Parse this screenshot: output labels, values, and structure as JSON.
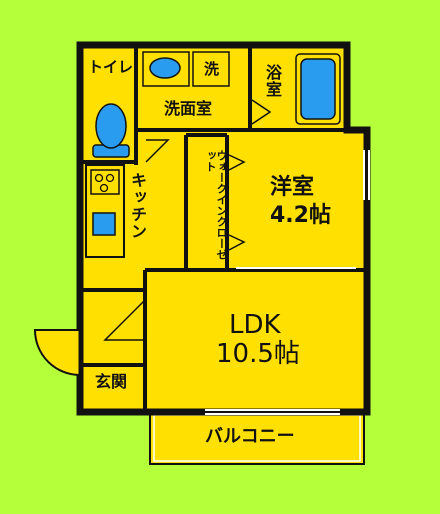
{
  "rooms": {
    "toilet": "トイレ",
    "washroom": "洗面室",
    "washer": "洗",
    "bath": "浴室",
    "kitchen": "キッチン",
    "walkin_closet": "ウォークインクローゼット",
    "western_room": "洋室",
    "western_room_size": "4.2帖",
    "ldk": "LDK",
    "ldk_size": "10.5帖",
    "entrance": "玄関",
    "balcony": "バルコニー"
  },
  "colors": {
    "background": "#b5ff3a",
    "room_fill": "#ffe000",
    "wall": "#111111",
    "fixture": "#2a9cf0",
    "balcony_fill": "#ffe000"
  }
}
